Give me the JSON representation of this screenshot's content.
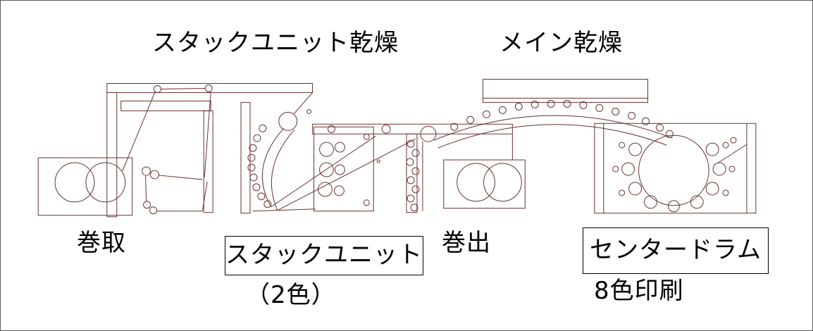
{
  "labels": {
    "stack_dryer_title": "スタックユニット乾燥",
    "main_dryer_title": "メイン乾燥",
    "rewind": "巻取",
    "stack_unit": "スタックユニット",
    "stack_unit_colors": "（2色）",
    "unwind": "巻出",
    "center_drum": "センタードラム",
    "eight_color_print": "8色印刷"
  },
  "colors": {
    "schematic_line": "#6a3030",
    "text": "#000000",
    "label_box_border": "#000000",
    "page_border": "#5a5a5a",
    "background": "#ffffff"
  }
}
